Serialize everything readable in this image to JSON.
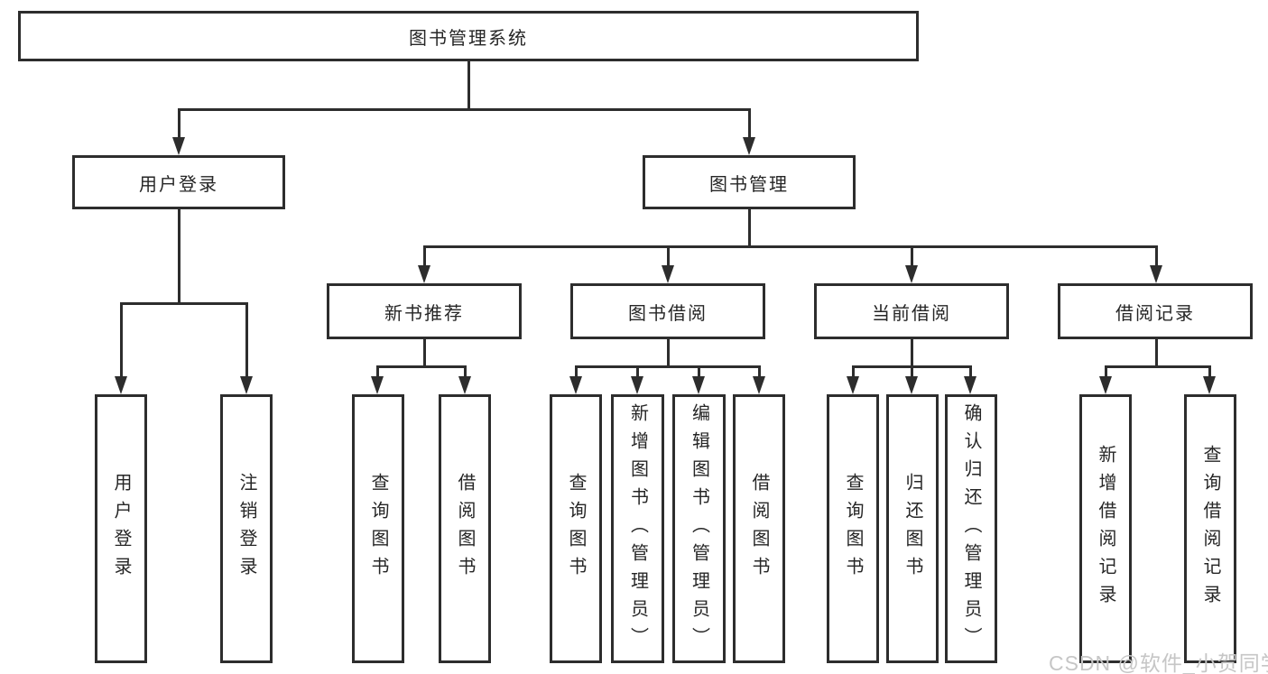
{
  "diagram": {
    "watermark": "CSDN @软件_小贺同学",
    "colors": {
      "line": "#2d2d2d",
      "box_border": "#2d2d2d",
      "text": "#262626",
      "watermark": "#c6c6c6",
      "background": "#ffffff"
    }
  },
  "nodes": {
    "root": {
      "label": "图书管理系统"
    },
    "user_login": {
      "label": "用户登录"
    },
    "book_management": {
      "label": "图书管理"
    },
    "new_book_recommend": {
      "label": "新书推荐"
    },
    "book_borrow": {
      "label": "图书借阅"
    },
    "current_borrow": {
      "label": "当前借阅"
    },
    "borrow_records": {
      "label": "借阅记录"
    },
    "leaf_user_login": {
      "label": "用户登录"
    },
    "leaf_logout": {
      "label": "注销登录"
    },
    "leaf_rec_query_books": {
      "label": "查询图书"
    },
    "leaf_rec_borrow_books": {
      "label": "借阅图书"
    },
    "leaf_bb_query_books": {
      "label": "查询图书"
    },
    "leaf_bb_add_books_admin": {
      "label": "新增图书（管理员）"
    },
    "leaf_bb_edit_books_admin": {
      "label": "编辑图书（管理员）"
    },
    "leaf_bb_borrow_books": {
      "label": "借阅图书"
    },
    "leaf_cb_query_books": {
      "label": "查询图书"
    },
    "leaf_cb_return_books": {
      "label": "归还图书"
    },
    "leaf_cb_confirm_return_admin": {
      "label": "确认归还（管理员）"
    },
    "leaf_br_add_record": {
      "label": "新增借阅记录"
    },
    "leaf_br_query_record": {
      "label": "查询借阅记录"
    }
  }
}
